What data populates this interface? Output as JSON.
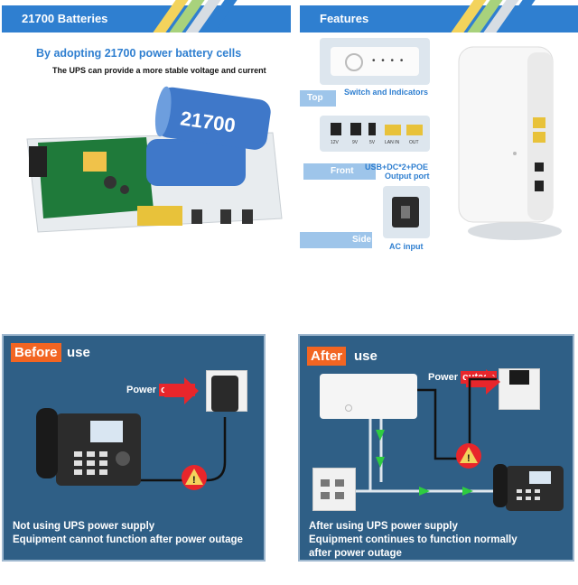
{
  "batteries": {
    "header": "21700 Batteries",
    "title": "By adopting 21700 power battery cells",
    "subtitle": "The UPS can provide a more stable voltage and current",
    "cell_label": "21700"
  },
  "features": {
    "header": "Features",
    "top_tab": "Top",
    "top_caption": "Switch and Indicators",
    "front_tab": "Front",
    "front_caption_1": "USB+DC*2+POE",
    "front_caption_2": "Output port",
    "side_tab": "Side",
    "side_caption": "AC input",
    "port_labels": [
      "12V",
      "9V",
      "5V",
      "LAN IN",
      "OUT"
    ]
  },
  "before": {
    "tag": "Before",
    "tag_rest": "use",
    "power_label": "Power",
    "outage_label": "outage",
    "footer_line1": "Not using UPS power supply",
    "footer_line2": "Equipment cannot function after power outage"
  },
  "after": {
    "tag": "After",
    "tag_rest": "use",
    "power_label": "Power",
    "outage_label": "outage",
    "footer_line1": "After using UPS power supply",
    "footer_line2": "Equipment continues to function normally",
    "footer_line3": "after power outage"
  },
  "colors": {
    "header_blue": "#2f7fd0",
    "panel_blue": "#2f5f86",
    "tag_orange": "#f26522",
    "outage_red": "#e8262b",
    "arrow_green": "#2ecc40",
    "battery_blue": "#3f78c9"
  }
}
